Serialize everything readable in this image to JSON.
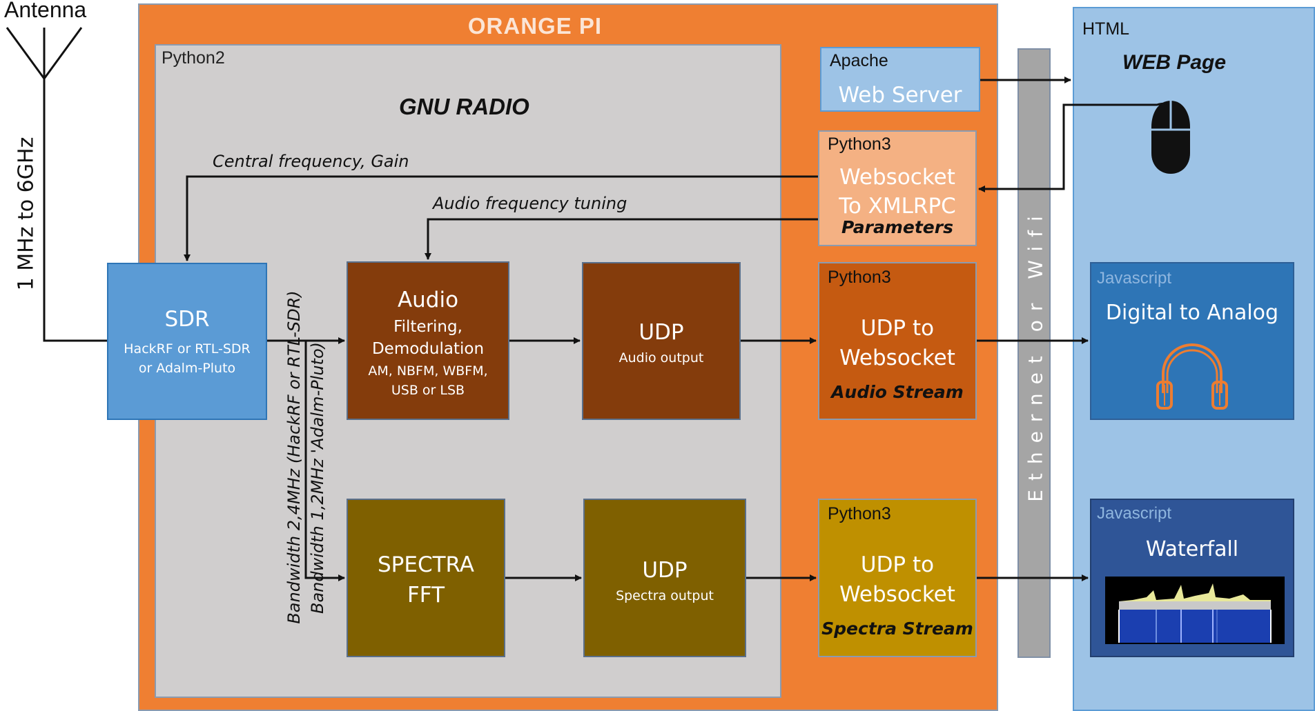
{
  "antenna": {
    "label": "Antenna",
    "range": "1 MHz to 6GHz"
  },
  "orange_pi": {
    "title": "ORANGE PI"
  },
  "python2": {
    "label": "Python2",
    "title": "GNU RADIO"
  },
  "links": {
    "central_freq": "Central frequency, Gain",
    "audio_tuning": "Audio frequency tuning",
    "bw1": "Bandwidth 2,4MHz (HackRF or RTL-SDR)",
    "bw2": "Bandwidth 1,2MHz 'Adalm-Pluto)"
  },
  "sdr": {
    "title": "SDR",
    "line1": "HackRF or RTL-SDR",
    "line2": "or Adalm-Pluto"
  },
  "audio_block": {
    "title": "Audio",
    "line1": "Filtering,",
    "line2": "Demodulation",
    "line3": "AM, NBFM, WBFM,",
    "line4": "USB or LSB"
  },
  "udp_audio": {
    "title": "UDP",
    "sub": "Audio output"
  },
  "spectra_block": {
    "line1": "SPECTRA",
    "line2": "FFT"
  },
  "udp_spectra": {
    "title": "UDP",
    "sub": "Spectra output"
  },
  "apache": {
    "label": "Apache",
    "title": "Web Server"
  },
  "ws_params": {
    "label": "Python3",
    "line1": "Websocket",
    "line2": "To XMLRPC",
    "sub": "Parameters"
  },
  "ws_audio": {
    "label": "Python3",
    "line1": "UDP to",
    "line2": "Websocket",
    "sub": "Audio Stream"
  },
  "ws_spectra": {
    "label": "Python3",
    "line1": "UDP to",
    "line2": "Websocket",
    "sub": "Spectra Stream"
  },
  "network": {
    "label": "Ethernet or Wifi"
  },
  "html": {
    "label": "HTML",
    "title": "WEB Page"
  },
  "js_audio": {
    "label": "Javascript",
    "title": "Digital to Analog"
  },
  "js_waterfall": {
    "label": "Javascript",
    "title": "Waterfall"
  },
  "colors": {
    "orange_pi": "#ef7f32",
    "python2_bg": "#d0cece",
    "sdr": "#5b9bd5",
    "audio": "#843c0c",
    "spectra": "#7f6000",
    "apache": "#9dc3e6",
    "params": "#f4b183",
    "ws_audio": "#c55a11",
    "ws_spectra": "#bf9000",
    "network": "#a5a5a5",
    "html": "#9dc3e6",
    "js_audio": "#2e75b6",
    "js_waterfall": "#2f5597",
    "headphones": "#ed7d31"
  }
}
